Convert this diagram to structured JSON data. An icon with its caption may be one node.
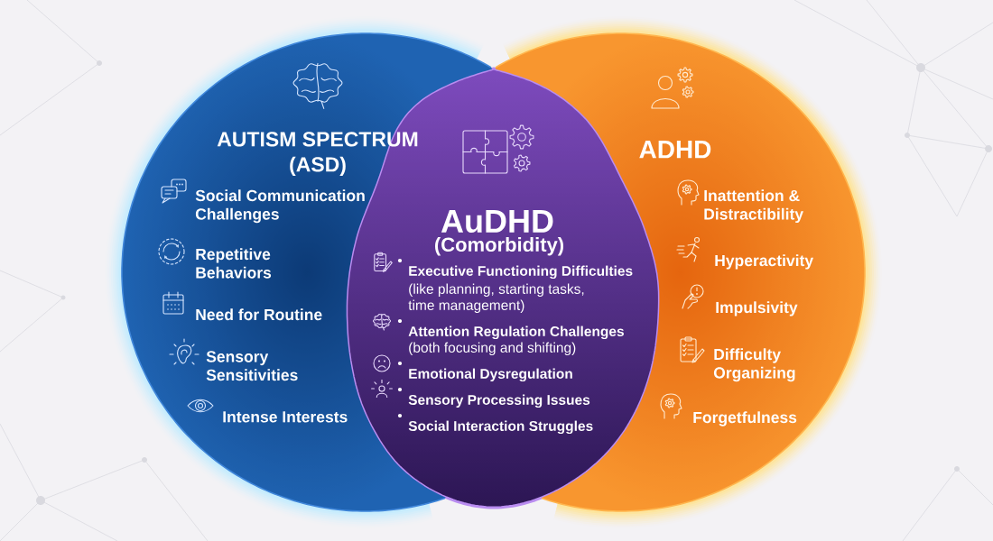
{
  "diagram": {
    "nodes": [
      {
        "text": [
          "AUTISM SPECTRUM (ASD)",
          "Social Communication Challenges",
          "Repetitive Behaviors",
          "Need for Routine",
          "Sensory Sensitivities",
          "Intense Interests"
        ]
      },
      {
        "text": [
          "AuDHD",
          "(Comorbidity)",
          "Executive Functioning Difficulties",
          "(like planning, starting tasks, time management)",
          "Attention Regulation Challenges",
          "(both focusing and shifting)",
          "Emotional Dysregulation",
          "Sensory Processing Issues",
          "Social Interaction Struggles"
        ]
      },
      {
        "text": [
          "ADHD",
          "Inattention & Distractibility",
          "Hyperactivity",
          "Impulsivity",
          "Difficulty Organizing",
          "Forgetfulness"
        ]
      }
    ]
  }
}
